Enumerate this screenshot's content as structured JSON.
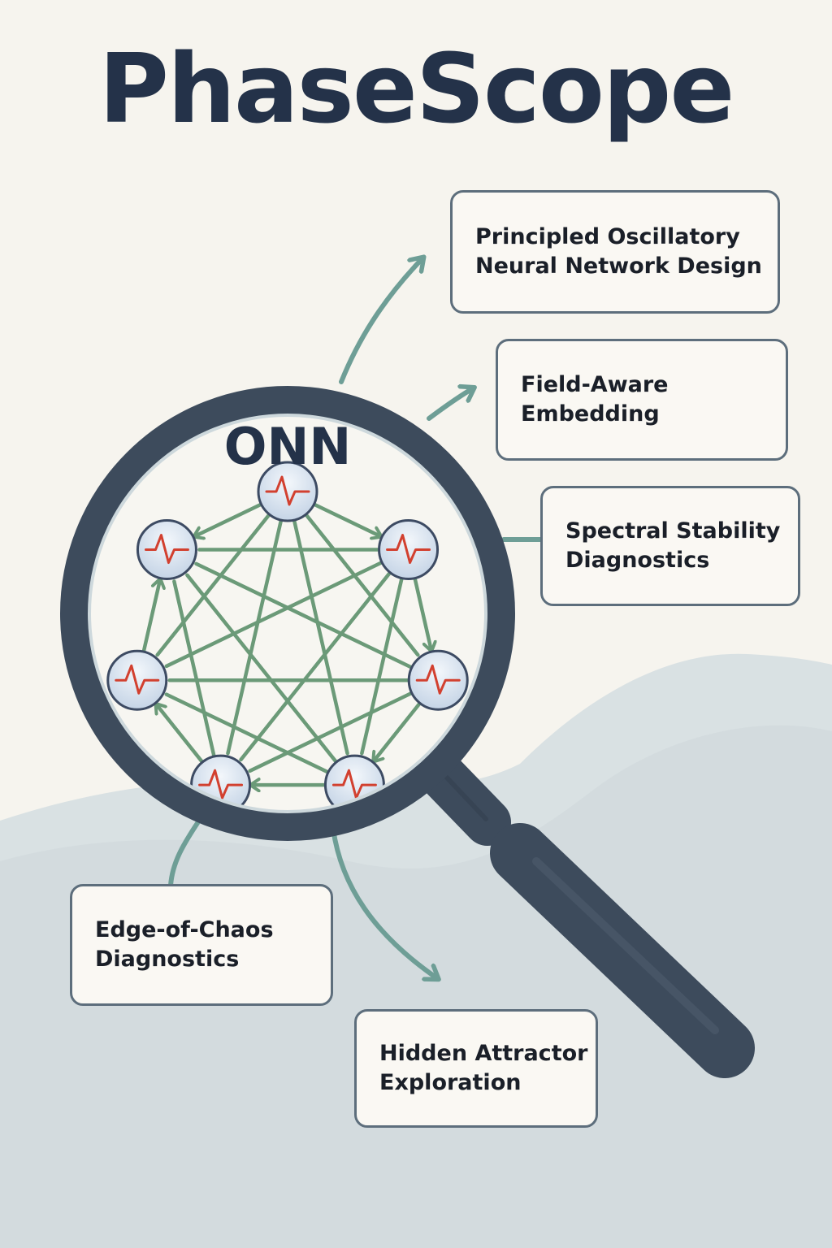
{
  "title": "PhaseScope",
  "lens_label": "ONN",
  "colors": {
    "title": "#243249",
    "magnifier": "#3d4b5c",
    "edges": "#6b9a78",
    "arrows": "#6e9e96",
    "node_fill": "#dde7f1",
    "waveform": "#d2402f",
    "card_border": "#5d6e7c",
    "background": "#f6f4ee",
    "hills": "#c9d4d8"
  },
  "icons": [
    "magnifying-glass-icon",
    "oscillator-node-icon",
    "arrow-icon"
  ],
  "cards": [
    {
      "lines": [
        "Principled Oscillatory",
        "Neural Network Design"
      ]
    },
    {
      "lines": [
        "Field-Aware",
        "Embedding"
      ]
    },
    {
      "lines": [
        "Spectral Stability",
        "Diagnostics"
      ]
    },
    {
      "lines": [
        "Edge-of-Chaos",
        "Diagnostics"
      ]
    },
    {
      "lines": [
        "Hidden Attractor",
        "Exploration"
      ]
    }
  ],
  "network": {
    "node_count": 7
  }
}
